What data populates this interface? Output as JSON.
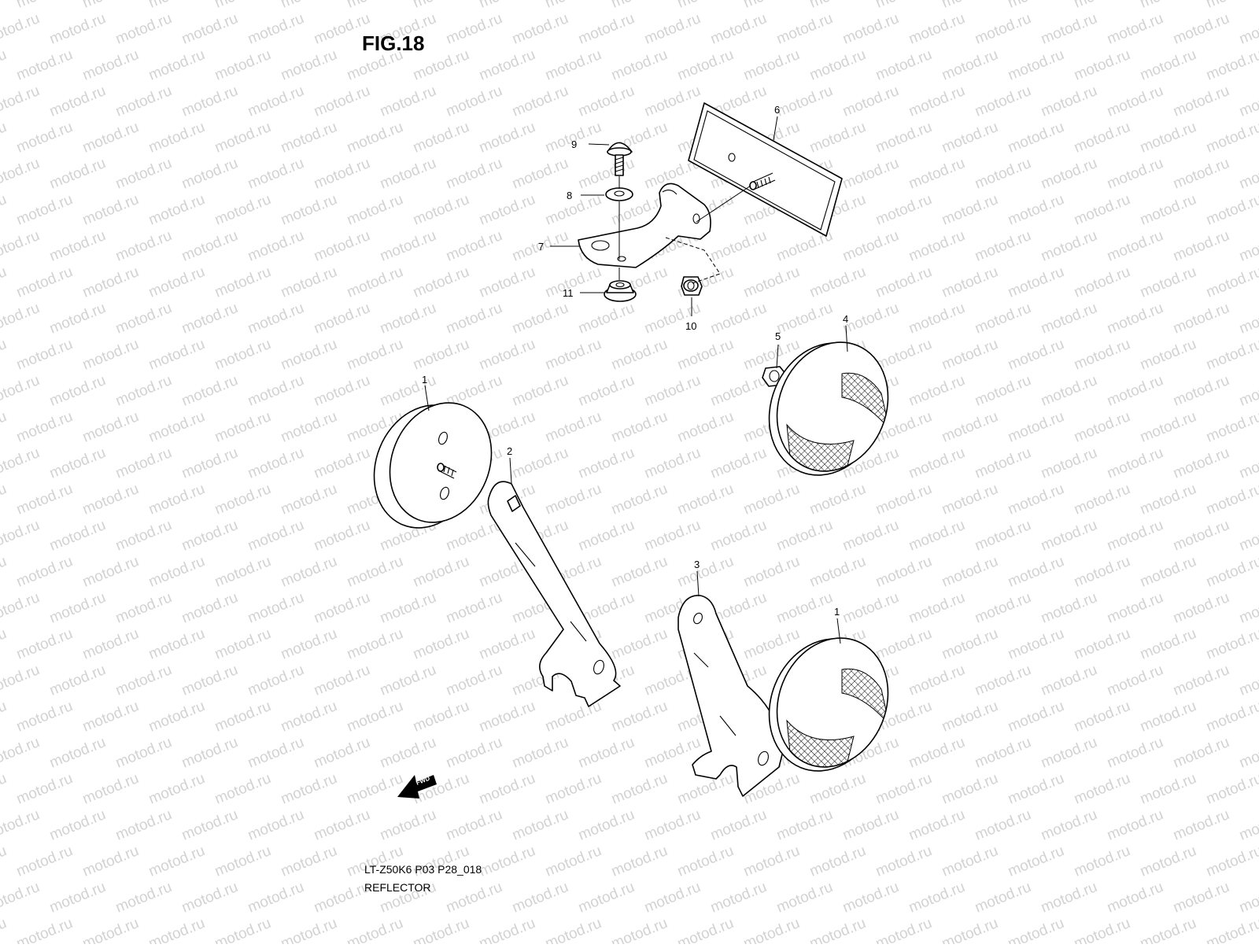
{
  "figure": {
    "title": "FIG.18",
    "code": "LT-Z50K6 P03 P28_018",
    "name": "REFLECTOR"
  },
  "watermark": "motod.ru",
  "fwd_label": "FWD",
  "callouts": {
    "c1a": "1",
    "c1b": "1",
    "c2": "2",
    "c3": "3",
    "c4": "4",
    "c5": "5",
    "c6": "6",
    "c7": "7",
    "c8": "8",
    "c9": "9",
    "c10": "10",
    "c11": "11"
  },
  "colors": {
    "ink": "#000000",
    "watermark": "#d2d2d2",
    "background": "#ffffff"
  }
}
